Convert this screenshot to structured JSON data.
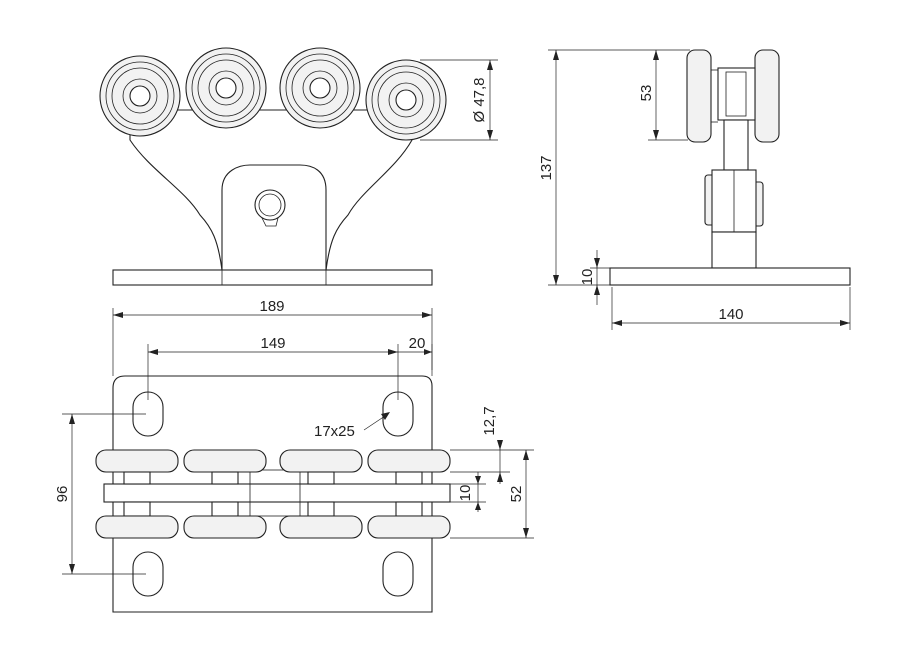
{
  "front_view": {
    "dim_diameter": "Ø 47,8"
  },
  "side_view": {
    "dim_height": "137",
    "dim_roller": "53",
    "dim_plate_thickness": "10",
    "dim_plate_width": "140"
  },
  "bottom_view": {
    "dim_total_length": "189",
    "dim_hole_spacing": "149",
    "dim_edge_offset": "20",
    "dim_slot": "17x25",
    "dim_width": "96",
    "dim_roller_offset": "12,7",
    "dim_bar": "10",
    "dim_roller_span": "52"
  }
}
